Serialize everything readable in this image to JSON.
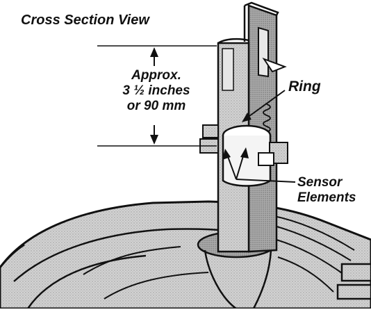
{
  "title": "Cross Section View",
  "dimension": {
    "line1": "Approx.",
    "line2": "3 ½ inches",
    "line3": "or 90 mm"
  },
  "labels": {
    "ring": "Ring",
    "sensor_line1": "Sensor",
    "sensor_line2": "Elements"
  },
  "colors": {
    "ink": "#111111",
    "shade": "#bdbdbd",
    "light": "#dcdcdc",
    "background": "#ffffff"
  }
}
